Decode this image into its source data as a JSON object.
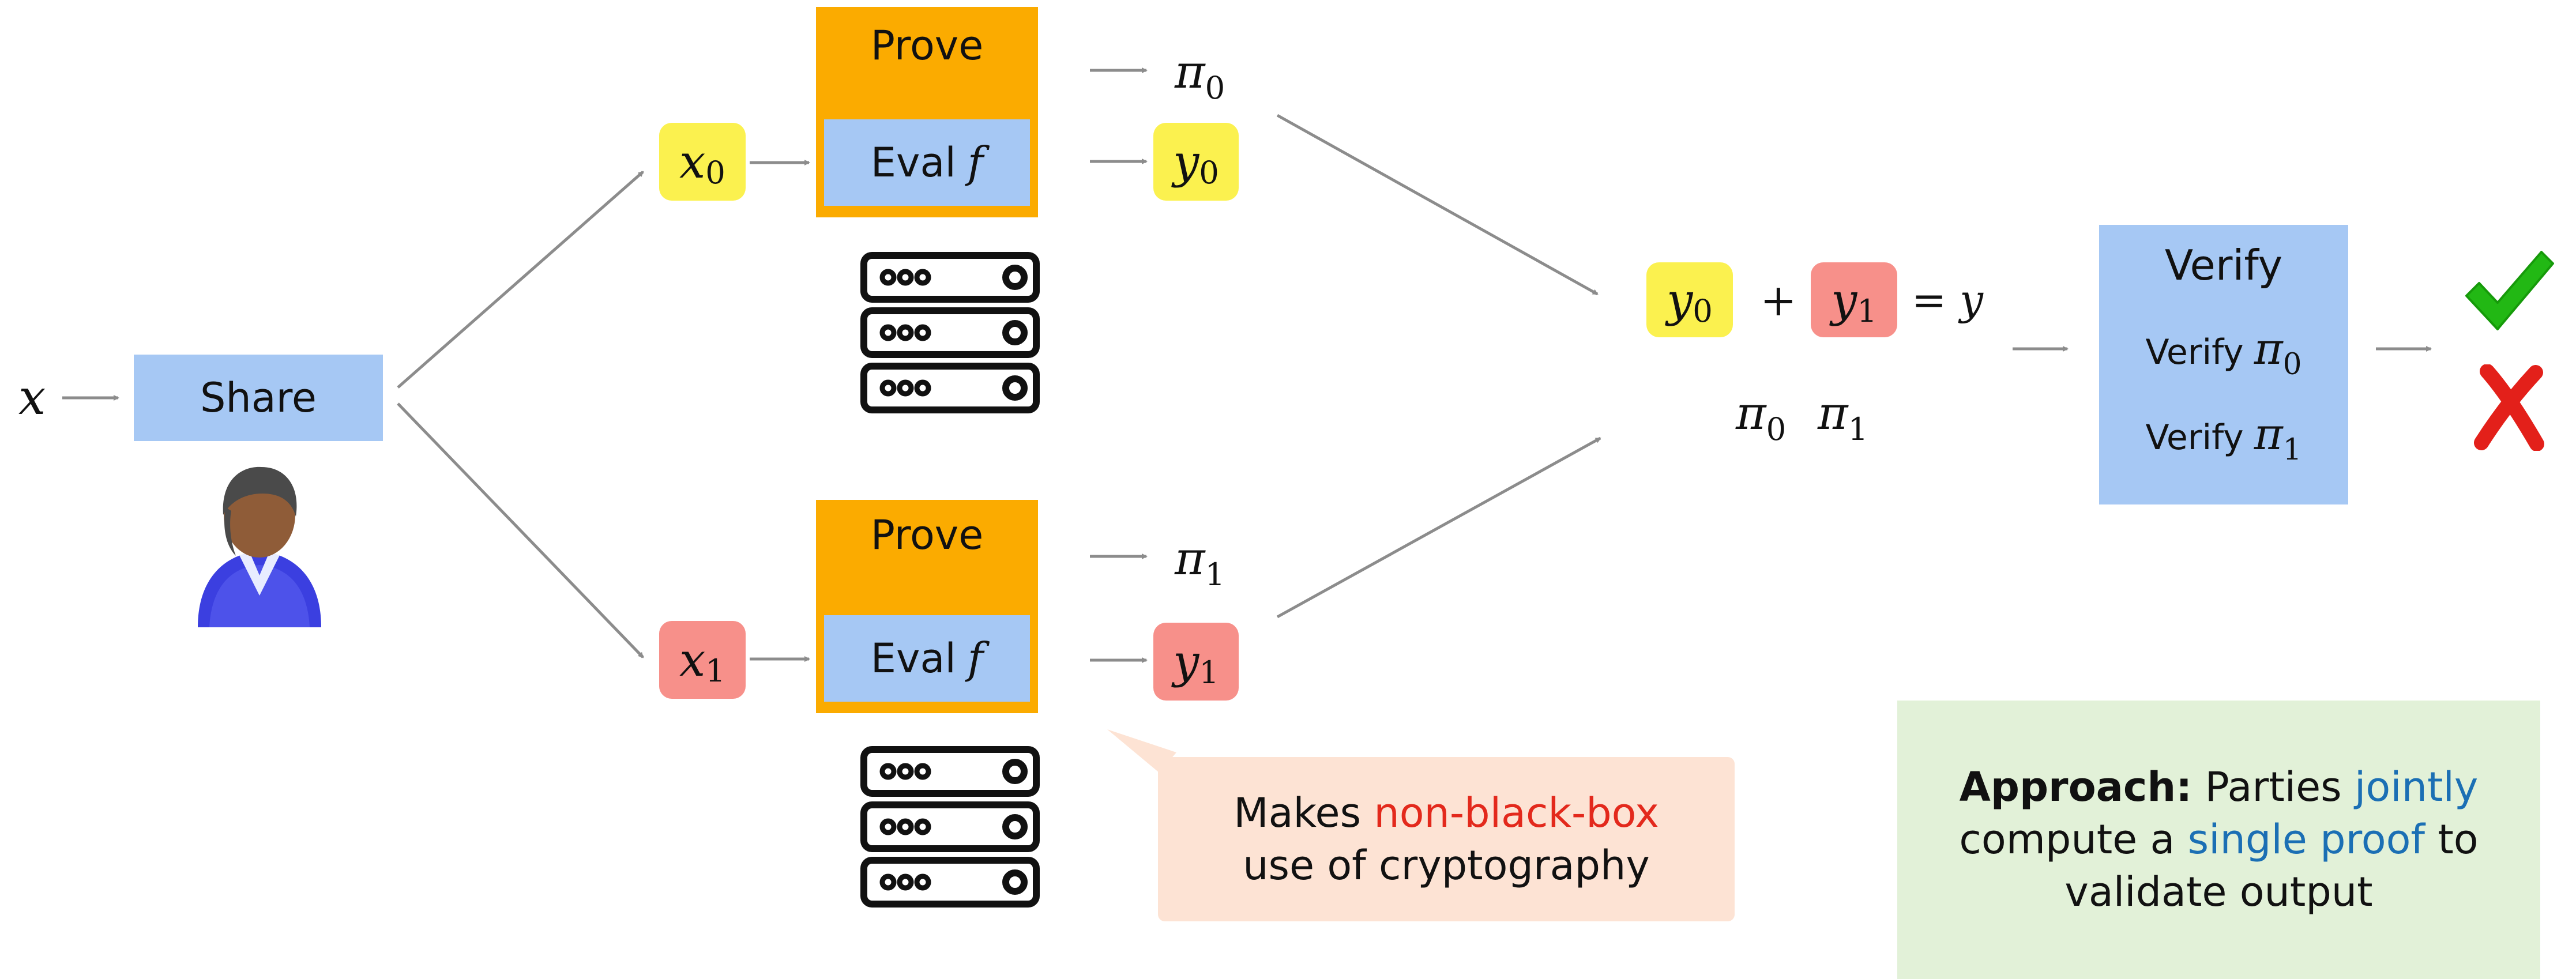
{
  "colors": {
    "light_blue": "#a6c8f4",
    "orange": "#fbab00",
    "yellow": "#fbf14f",
    "pink": "#f7908a",
    "green_panel": "#e2f1d8",
    "callout": "#fde3d4",
    "red_text": "#e3291c",
    "blue_text": "#1b6fb4",
    "check_green": "#22b814",
    "cross_red": "#e3201a",
    "arrow_gray": "#8c8c8c"
  },
  "input": {
    "var": "x"
  },
  "share": {
    "label": "Share"
  },
  "icons": {
    "user": "person-icon",
    "server": "server-stack-icon",
    "accept": "checkmark-icon",
    "reject": "cross-icon"
  },
  "party0": {
    "input_var": "x",
    "input_sub": "0",
    "prove_label": "Prove",
    "eval_label": "Eval",
    "eval_fn": "f",
    "proof_var": "π",
    "proof_sub": "0",
    "output_var": "y",
    "output_sub": "0"
  },
  "party1": {
    "input_var": "x",
    "input_sub": "1",
    "prove_label": "Prove",
    "eval_label": "Eval",
    "eval_fn": "f",
    "proof_var": "π",
    "proof_sub": "1",
    "output_var": "y",
    "output_sub": "1"
  },
  "combine": {
    "y0_var": "y",
    "y0_sub": "0",
    "plus": "+",
    "y1_var": "y",
    "y1_sub": "1",
    "equals": "= y",
    "pi0_var": "π",
    "pi0_sub": "0",
    "pi1_var": "π",
    "pi1_sub": "1"
  },
  "verify": {
    "title": "Verify",
    "line1_label": "Verify",
    "line1_var": "π",
    "line1_sub": "0",
    "line2_label": "Verify",
    "line2_var": "π",
    "line2_sub": "1"
  },
  "callout": {
    "line1_prefix": "Makes ",
    "line1_highlight": "non-black-box",
    "line2": "use of cryptography"
  },
  "approach": {
    "bold": "Approach:",
    "t1": " Parties ",
    "h1": "jointly",
    "t2": "compute a ",
    "h2": "single proof",
    "t3": " to",
    "t4": "validate output"
  }
}
